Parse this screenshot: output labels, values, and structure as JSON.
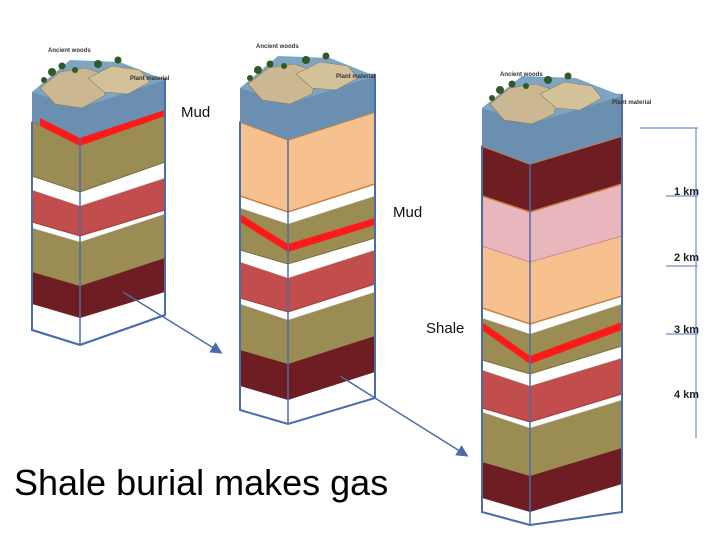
{
  "labels": {
    "mud_top": "Mud",
    "mud_mid": "Mud",
    "shale": "Shale",
    "title": "Shale burial makes gas"
  },
  "depth_scale": {
    "ticks": [
      "1 km",
      "2 km",
      "3 km",
      "4 km"
    ]
  },
  "block_labels": {
    "ancient_woods": "Ancient woods",
    "plant_material": "Plant material"
  },
  "colors": {
    "olive": "#9a8c52",
    "white": "#ffffff",
    "red_layer": "#c24d4d",
    "dark_maroon": "#6e1e22",
    "peach": "#f7c08f",
    "pink": "#e9b6bd",
    "red_band": "#ff1a1a",
    "frame": "#4b6caa",
    "arrow": "#4b6caa",
    "water": "#5e8fb3"
  }
}
